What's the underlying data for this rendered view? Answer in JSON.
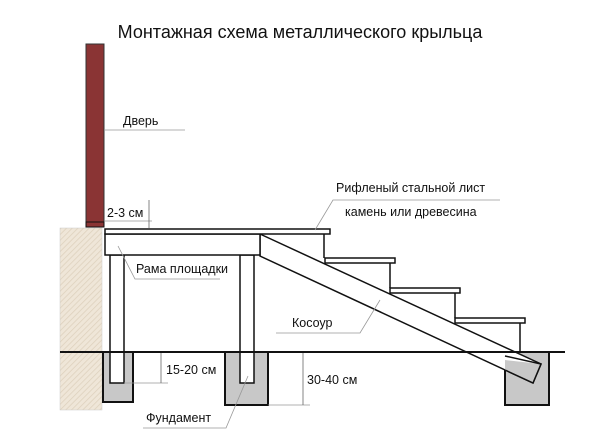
{
  "title": "Монтажная схема металлического крыльца",
  "labels": {
    "door": "Дверь",
    "sheet_line1": "Рифленый стальной лист",
    "sheet_line2": "камень или древесина",
    "gap": "2-3 см",
    "frame": "Рама площадки",
    "stringer": "Косоур",
    "post_depth": "15-20 см",
    "foundation_depth": "30-40 см",
    "foundation": "Фундамент"
  },
  "colors": {
    "door": "#8a3434",
    "wall": "#efe6d8",
    "foundation": "#c8c8c8",
    "line": "#111111"
  }
}
